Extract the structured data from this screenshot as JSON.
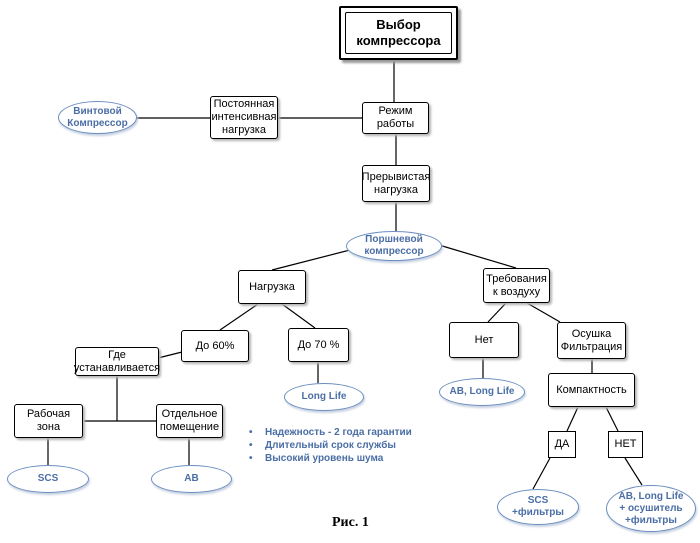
{
  "title": "Выбор\nкомпрессора",
  "nodes": {
    "mode": "Режим\nработы",
    "constant_load": "Постоянная\nинтенсивная\nнагрузка",
    "screw": "Винтовой\nКомпрессор",
    "intermittent": "Прерывистая\nнагрузка",
    "piston": "Поршневой\nкомпрессор",
    "load": "Нагрузка",
    "air_req": "Требования\nк воздуху",
    "upto60": "До 60%",
    "upto70": "До 70 %",
    "longlife": "Long Life",
    "where": "Где\nустанавливается",
    "workzone": "Рабочая\nзона",
    "separate": "Отдельное\nпомещение",
    "scs": "SCS",
    "ab": "AB",
    "no": "Нет",
    "ab_longlife": "AB, Long Life",
    "drying": "Осушка\nФильтрация",
    "compact": "Компактность",
    "yes_box": "ДА",
    "no_box": "НЕТ",
    "scs_filters": "SCS\n+фильтры",
    "ab_full": "AB, Long Life\n+ осушитель\n+фильтры"
  },
  "benefits": [
    "Надежность - 2 года гарантии",
    "Длительный срок службы",
    "Высокий уровень шума"
  ],
  "caption": "Рис. 1"
}
